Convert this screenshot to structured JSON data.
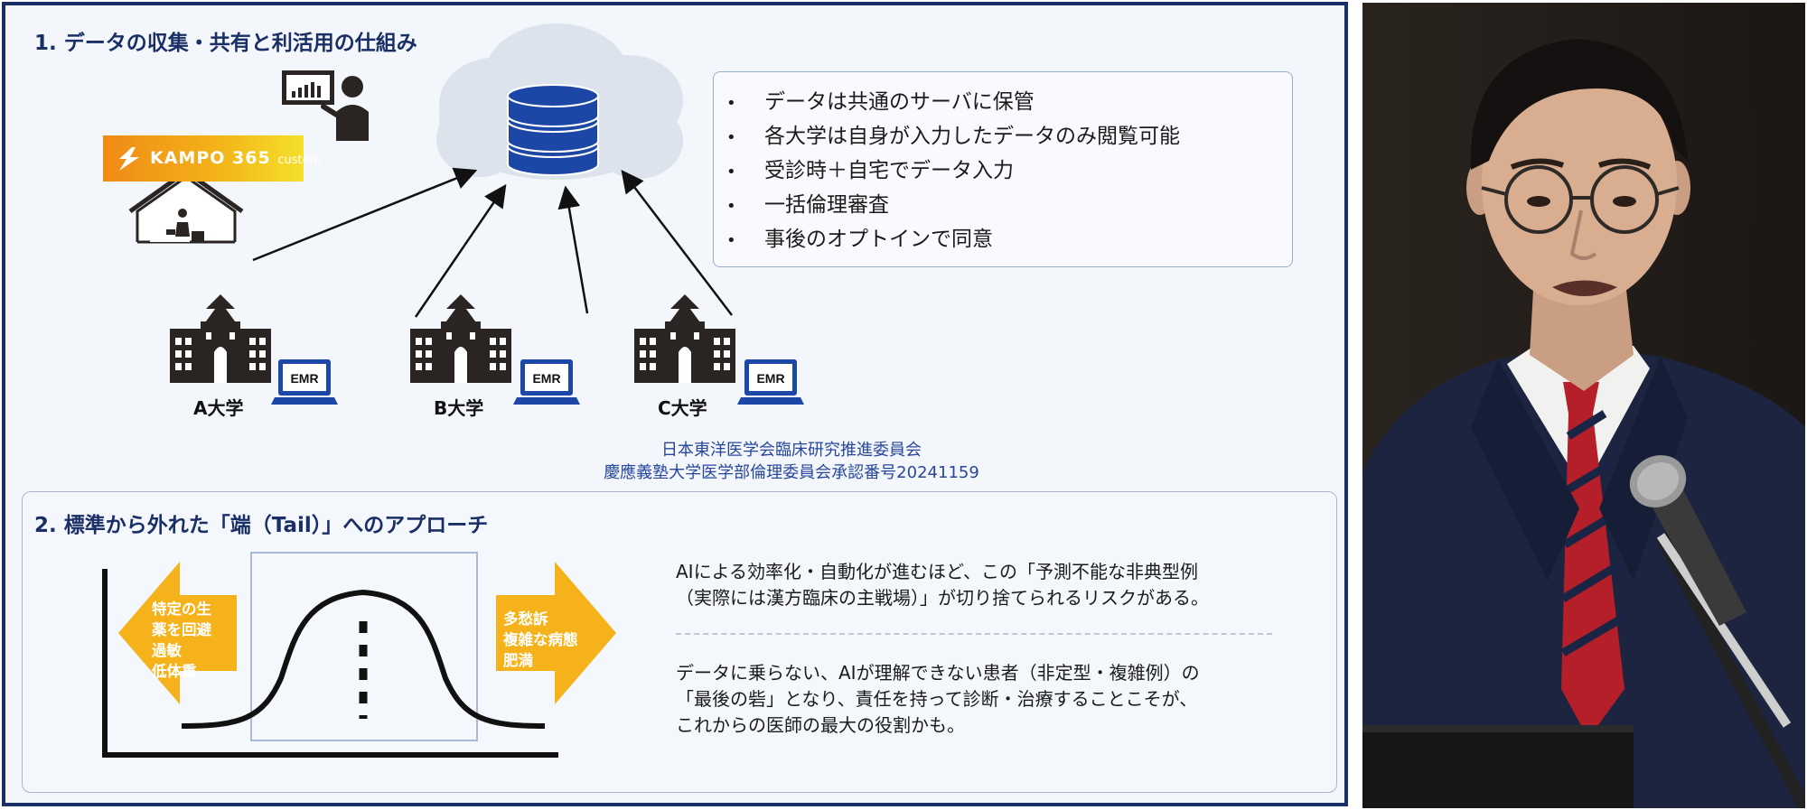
{
  "section1": {
    "title": "1. データの収集・共有と利活用の仕組み",
    "logo": {
      "brand": "KAMPO 365",
      "suffix": "custom"
    },
    "bullets": [
      "データは共通のサーバに保管",
      "各大学は自身が入力したデータのみ閲覧可能",
      "受診時＋自宅でデータ入力",
      "一括倫理審査",
      "事後のオプトインで同意"
    ],
    "bullet_marker": "•",
    "universities": [
      "A大学",
      "B大学",
      "C大学"
    ],
    "emr_label": "EMR",
    "credit_line1": "日本東洋医学会臨床研究推進委員会",
    "credit_line2": "慶應義塾大学医学部倫理委員会承認番号20241159"
  },
  "section2": {
    "title": "2. 標準から外れた「端（Tail）」へのアプローチ",
    "left_arrow_lines": [
      "特定の生",
      "薬を回避",
      "過敏",
      "低体重"
    ],
    "right_arrow_lines": [
      "多愁訴",
      "複雑な病態",
      "肥満"
    ],
    "paragraph1": [
      "AIによる効率化・自動化が進むほど、この「予測不能な非典型例",
      "（実際には漢方臨床の主戦場）」が切り捨てられるリスクがある。"
    ],
    "paragraph2": [
      "データに乗らない、AIが理解できない患者（非定型・複雑例）の",
      "「最後の砦」となり、責任を持って診断・治療することこそが、",
      "これからの医師の最大の役割かも。"
    ]
  },
  "colors": {
    "navy": "#1a2f66",
    "accent_blue": "#1d47a6",
    "orange_arrow": "#f6b21a",
    "cloud": "#dde3ec",
    "kampo_orange": "#f08a16",
    "kampo_yellow": "#f4e02a"
  },
  "icons": {
    "database": "database-icon",
    "cloud": "cloud-icon",
    "presenter": "presenter-icon",
    "home": "house-icon",
    "university": "university-building-icon",
    "emr": "laptop-emr-icon"
  }
}
